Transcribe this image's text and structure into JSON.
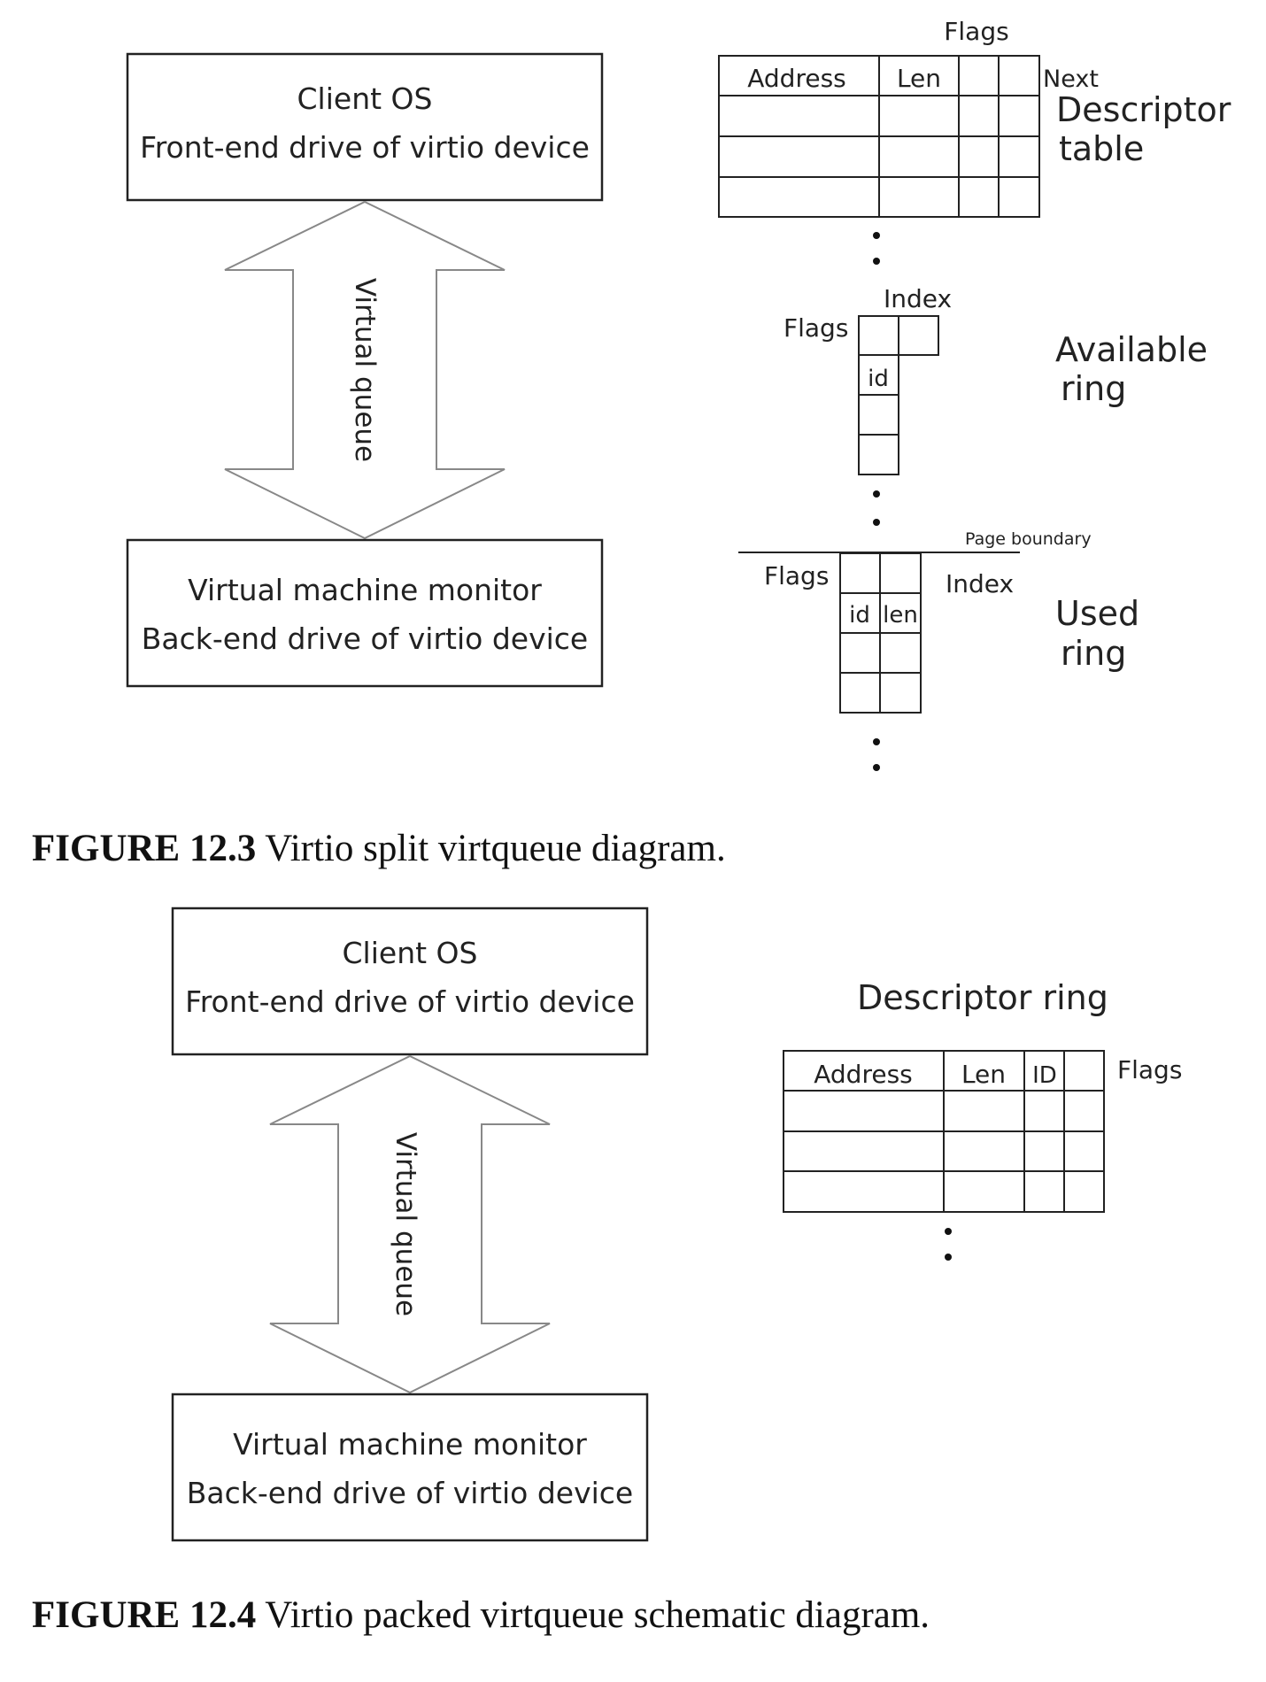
{
  "figure_12_3": {
    "top_box": {
      "line1": "Client OS",
      "line2": "Front-end drive of virtio device"
    },
    "bottom_box": {
      "line1": "Virtual machine monitor",
      "line2": "Back-end drive of virtio device"
    },
    "arrow_label": "Virtual queue",
    "descriptor_table": {
      "columns": [
        "Address",
        "Len",
        "Flags",
        "Next"
      ],
      "label_line1": "Descriptor",
      "label_line2": "table"
    },
    "available_ring": {
      "flags": "Flags",
      "index": "Index",
      "id": "id",
      "label_line1": "Available",
      "label_line2": "ring"
    },
    "used_ring": {
      "page_boundary": "Page boundary",
      "flags": "Flags",
      "index": "Index",
      "id": "id",
      "len": "len",
      "label_line1": "Used",
      "label_line2": "ring"
    },
    "caption": {
      "number": "FIGURE 12.3",
      "text": "Virtio split virtqueue diagram."
    }
  },
  "figure_12_4": {
    "top_box": {
      "line1": "Client OS",
      "line2": "Front-end drive of virtio device"
    },
    "bottom_box": {
      "line1": "Virtual machine monitor",
      "line2": "Back-end drive of virtio device"
    },
    "arrow_label": "Virtual queue",
    "descriptor_ring": {
      "title": "Descriptor ring",
      "columns": [
        "Address",
        "Len",
        "ID",
        "Flags"
      ]
    },
    "caption": {
      "number": "FIGURE 12.4",
      "text": "Virtio packed virtqueue schematic diagram."
    }
  }
}
